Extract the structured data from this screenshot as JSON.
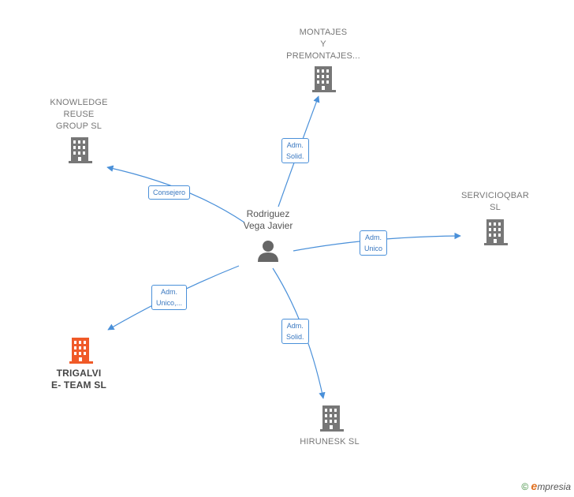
{
  "center": {
    "name": "Rodriguez\nVega Javier",
    "icon": "person-icon"
  },
  "companies": [
    {
      "id": "montajes",
      "name": "MONTAJES\nY\nPREMONTAJES...",
      "color": "#777777"
    },
    {
      "id": "knowledge",
      "name": "KNOWLEDGE\nREUSE\nGROUP  SL",
      "color": "#777777"
    },
    {
      "id": "servicioqbar",
      "name": "SERVICIOQBAR\nSL",
      "color": "#777777"
    },
    {
      "id": "trigalvi",
      "name": "TRIGALVI\nE- TEAM  SL",
      "color": "#f05a28"
    },
    {
      "id": "hirunesk",
      "name": "HIRUNESK  SL",
      "color": "#777777"
    }
  ],
  "relations": [
    {
      "to": "montajes",
      "label": "Adm.\nSolid."
    },
    {
      "to": "knowledge",
      "label": "Consejero"
    },
    {
      "to": "servicioqbar",
      "label": "Adm.\nUnico"
    },
    {
      "to": "trigalvi",
      "label": "Adm.\nUnico,..."
    },
    {
      "to": "hirunesk",
      "label": "Adm.\nSolid."
    }
  ],
  "colors": {
    "edge": "#4a90d9",
    "building": "#777777",
    "highlight": "#f05a28",
    "person": "#666666"
  },
  "brand": {
    "symbol": "©",
    "e": "e",
    "rest": "mpresia"
  }
}
